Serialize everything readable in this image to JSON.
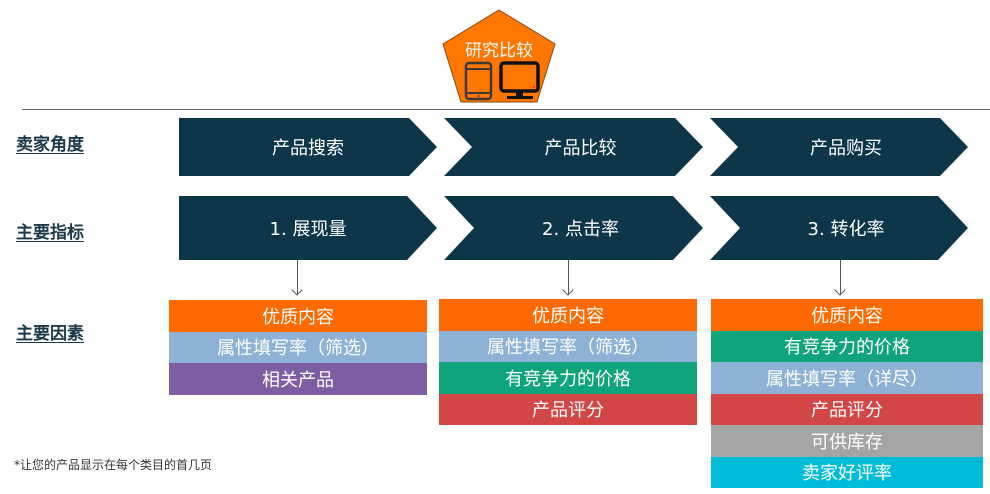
{
  "header": {
    "badge_title": "研究比较",
    "badge_color": "#ff7700",
    "badge_icons": [
      "tablet-icon",
      "desktop-monitor-icon"
    ]
  },
  "rows": {
    "seller_view": "卖家角度",
    "main_metrics": "主要指标",
    "main_factors": "主要因素"
  },
  "stages": [
    {
      "label": "产品搜索",
      "metric": "1. 展现量"
    },
    {
      "label": "产品比较",
      "metric": "2. 点击率"
    },
    {
      "label": "产品购买",
      "metric": "3. 转化率"
    }
  ],
  "chevron_color": "#0d3649",
  "factors": [
    [
      {
        "label": "优质内容",
        "color": "#ff6a00"
      },
      {
        "label": "属性填写率（筛选）",
        "color": "#8db2d5"
      },
      {
        "label": "相关产品",
        "color": "#7e5ea2"
      }
    ],
    [
      {
        "label": "优质内容",
        "color": "#ff6a00"
      },
      {
        "label": "属性填写率（筛选）",
        "color": "#8db2d5"
      },
      {
        "label": "有竞争力的价格",
        "color": "#10a47a"
      },
      {
        "label": "产品评分",
        "color": "#d24646"
      }
    ],
    [
      {
        "label": "优质内容",
        "color": "#ff6a00"
      },
      {
        "label": "有竞争力的价格",
        "color": "#10a47a"
      },
      {
        "label": "属性填写率（详尽）",
        "color": "#8db2d5"
      },
      {
        "label": "产品评分",
        "color": "#d24646"
      },
      {
        "label": "可供库存",
        "color": "#a5a5a5"
      },
      {
        "label": "卖家好评率",
        "color": "#00bcd9"
      }
    ]
  ],
  "footnote": "*让您的产品显示在每个类目的首几页"
}
